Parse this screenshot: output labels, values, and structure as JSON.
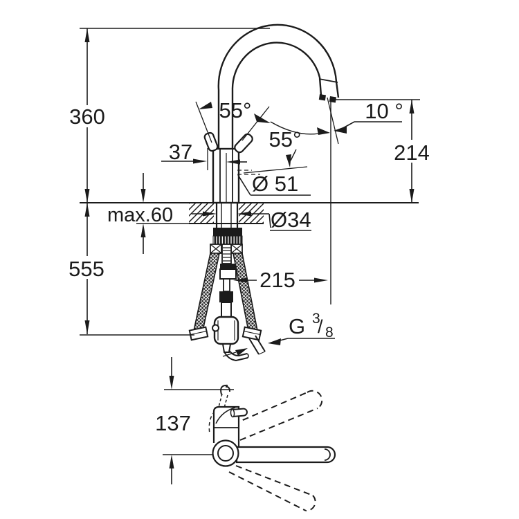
{
  "drawing": {
    "colors": {
      "ink": "#1b1b1b",
      "background": "#ffffff"
    },
    "dimensions": {
      "overall_height": "360",
      "below_deck_height": "555",
      "deck_thickness": "max.60",
      "body_width": "37",
      "head_diameter": "Ø 51",
      "hole_diameter": "Ø34",
      "spout_reach": "215",
      "spout_height": "214",
      "front_offset": "137",
      "lever_angle_front": "55°",
      "lever_angle_side": "55°",
      "outlet_angle": "10 °",
      "thread_g": "G",
      "thread_numerator": "3",
      "thread_slash": "/",
      "thread_denominator": "8"
    }
  }
}
